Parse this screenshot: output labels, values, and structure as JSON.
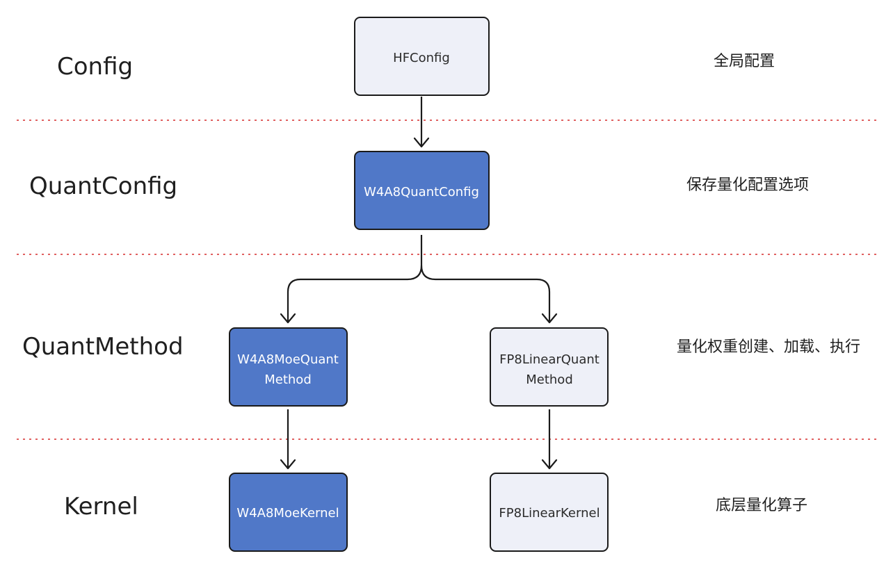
{
  "layers": [
    {
      "key": "config",
      "label": "Config",
      "description": "全局配置"
    },
    {
      "key": "quantconfig",
      "label": "QuantConfig",
      "description": "保存量化配置选项"
    },
    {
      "key": "quantmethod",
      "label": "QuantMethod",
      "description": "量化权重创建、加载、执行"
    },
    {
      "key": "kernel",
      "label": "Kernel",
      "description": "底层量化算子"
    }
  ],
  "nodes": {
    "hfconfig": {
      "lines": [
        "HFConfig"
      ],
      "style": "light"
    },
    "w4a8quantconfig": {
      "lines": [
        "W4A8QuantConfig"
      ],
      "style": "dark"
    },
    "w4a8moequantmethod": {
      "lines": [
        "W4A8MoeQuant",
        "Method"
      ],
      "style": "dark"
    },
    "fp8linearquantmethod": {
      "lines": [
        "FP8LinearQuant",
        "Method"
      ],
      "style": "light"
    },
    "w4a8moekernel": {
      "lines": [
        "W4A8MoeKernel"
      ],
      "style": "dark"
    },
    "fp8linearkernel": {
      "lines": [
        "FP8LinearKernel"
      ],
      "style": "light"
    }
  },
  "edges": [
    {
      "from": "hfconfig",
      "to": "w4a8quantconfig"
    },
    {
      "from": "w4a8quantconfig",
      "to": "w4a8moequantmethod"
    },
    {
      "from": "w4a8quantconfig",
      "to": "fp8linearquantmethod"
    },
    {
      "from": "w4a8moequantmethod",
      "to": "w4a8moekernel"
    },
    {
      "from": "fp8linearquantmethod",
      "to": "fp8linearkernel"
    }
  ],
  "colors": {
    "dark_node_fill": "#5078c8",
    "light_node_fill": "#eef0f8",
    "divider": "#e06060",
    "edge": "#1a1a1a"
  }
}
